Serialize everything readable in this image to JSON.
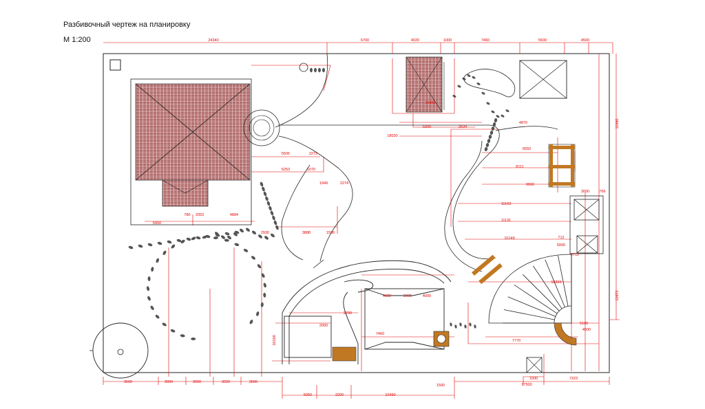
{
  "title": "Разбивочный чертеж на планировку",
  "scale": "М 1:200",
  "colors": {
    "dimension": "#e00000",
    "roof": "#a35a5a",
    "wood": "#d98b2b",
    "line": "#222222"
  },
  "dimensions": [
    {
      "text": "24340"
    },
    {
      "text": "6700"
    },
    {
      "text": "4020"
    },
    {
      "text": "1000"
    },
    {
      "text": "7460"
    },
    {
      "text": "5500"
    },
    {
      "text": "4500"
    },
    {
      "text": "10450"
    },
    {
      "text": "5000"
    },
    {
      "text": "2634"
    },
    {
      "text": "18030"
    },
    {
      "text": "4870"
    },
    {
      "text": "5505"
    },
    {
      "text": "2273"
    },
    {
      "text": "6253"
    },
    {
      "text": "1070"
    },
    {
      "text": "1949"
    },
    {
      "text": "2274"
    },
    {
      "text": "6550"
    },
    {
      "text": "8111"
    },
    {
      "text": "9902"
    },
    {
      "text": "11163"
    },
    {
      "text": "11131"
    },
    {
      "text": "10149"
    },
    {
      "text": "3000"
    },
    {
      "text": "766"
    },
    {
      "text": "712"
    },
    {
      "text": "5000"
    },
    {
      "text": "5950"
    },
    {
      "text": "780"
    },
    {
      "text": "2053"
    },
    {
      "text": "4884"
    },
    {
      "text": "2930"
    },
    {
      "text": "3888"
    },
    {
      "text": "1590"
    },
    {
      "text": "9712"
    },
    {
      "text": "12326"
    },
    {
      "text": "5100"
    },
    {
      "text": "4500"
    },
    {
      "text": "7770"
    },
    {
      "text": "7460"
    },
    {
      "text": "2700"
    },
    {
      "text": "4022"
    },
    {
      "text": "2000"
    },
    {
      "text": "4000"
    },
    {
      "text": "2060"
    },
    {
      "text": "1500"
    },
    {
      "text": "10490"
    },
    {
      "text": "5050"
    },
    {
      "text": "2200"
    },
    {
      "text": "1500"
    },
    {
      "text": "7323"
    },
    {
      "text": "17500"
    },
    {
      "text": "3500"
    },
    {
      "text": "3000"
    },
    {
      "text": "3000"
    },
    {
      "text": "3020"
    },
    {
      "text": "3000"
    },
    {
      "text": "11980"
    },
    {
      "text": "12672"
    },
    {
      "text": "10100"
    }
  ]
}
